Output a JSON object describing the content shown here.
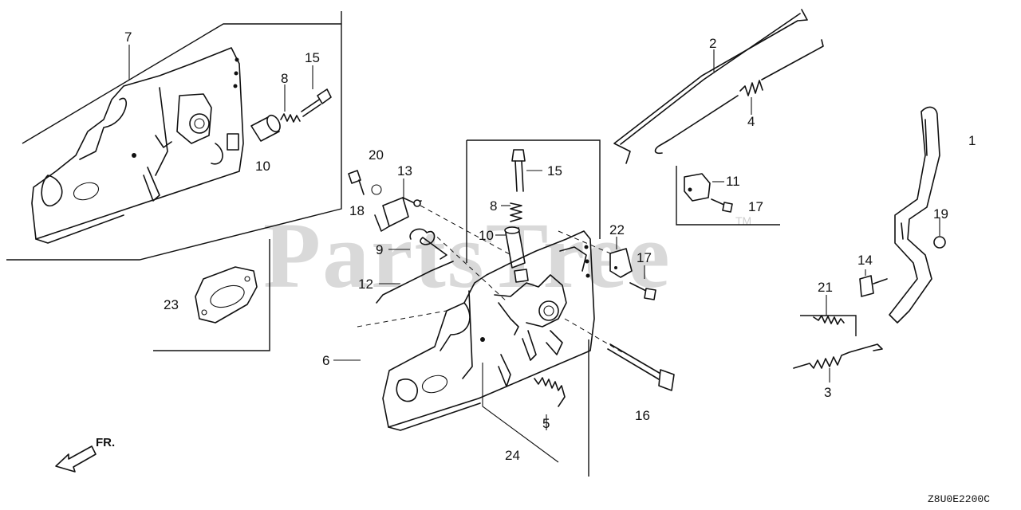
{
  "watermark": {
    "brand": "PartsTree",
    "mark": "TM"
  },
  "diagram_code": "Z8U0E2200C",
  "direction_label": "FR.",
  "callouts": {
    "c7": "7",
    "c15a": "15",
    "c8a": "8",
    "c10a": "10",
    "c2": "2",
    "c4": "4",
    "c1": "1",
    "c20": "20",
    "c13": "13",
    "c18": "18",
    "c9": "9",
    "c12": "12",
    "c15b": "15",
    "c8b": "8",
    "c10b": "10",
    "c11": "11",
    "c17a": "17",
    "c22": "22",
    "c17b": "17",
    "c19": "19",
    "c14": "14",
    "c21": "21",
    "c3": "3",
    "c23": "23",
    "c6": "6",
    "c16": "16",
    "c5": "5",
    "c24": "24"
  }
}
